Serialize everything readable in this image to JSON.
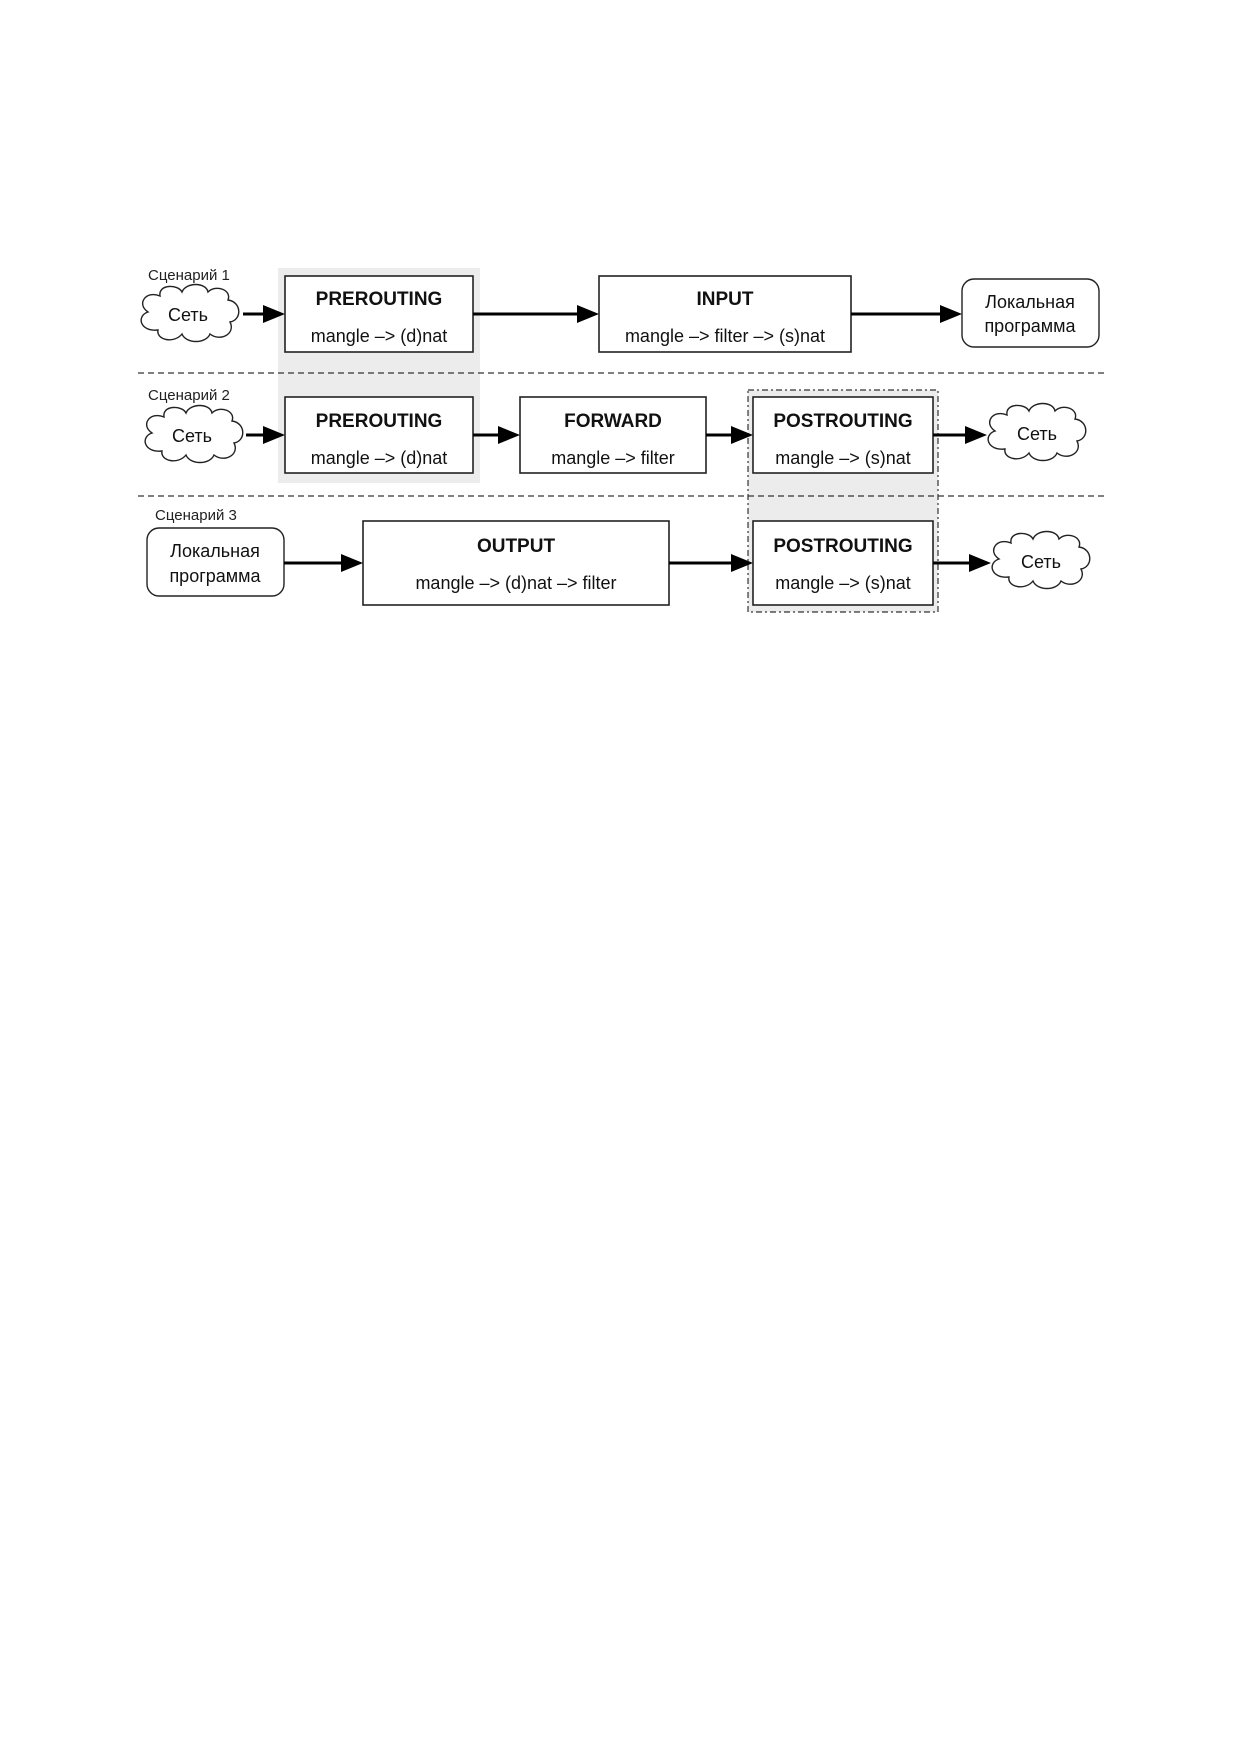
{
  "colors": {
    "shade": "#ececec",
    "stroke": "#222222",
    "arrow": "#000000"
  },
  "scenario1": {
    "label": "Сценарий 1",
    "source_cloud": "Сеть",
    "prerouting": {
      "title": "PREROUTING",
      "chain": "mangle –> (d)nat"
    },
    "input": {
      "title": "INPUT",
      "chain": "mangle –> filter –> (s)nat"
    },
    "dest_line1": "Локальная",
    "dest_line2": "программа"
  },
  "scenario2": {
    "label": "Сценарий 2",
    "source_cloud": "Сеть",
    "prerouting": {
      "title": "PREROUTING",
      "chain": "mangle –> (d)nat"
    },
    "forward": {
      "title": "FORWARD",
      "chain": "mangle –> filter"
    },
    "postrouting": {
      "title": "POSTROUTING",
      "chain": "mangle –> (s)nat"
    },
    "dest_cloud": "Сеть"
  },
  "scenario3": {
    "label": "Сценарий 3",
    "source_line1": "Локальная",
    "source_line2": "программа",
    "output": {
      "title": "OUTPUT",
      "chain": "mangle –> (d)nat –> filter"
    },
    "postrouting": {
      "title": "POSTROUTING",
      "chain": "mangle –> (s)nat"
    },
    "dest_cloud": "Сеть"
  }
}
